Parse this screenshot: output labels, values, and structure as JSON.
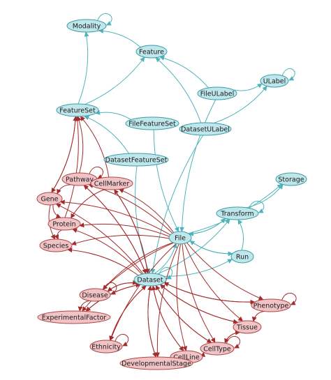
{
  "colors": {
    "teal_fill": "#bfe6ea",
    "teal_stroke": "#3a9ea8",
    "teal_edge": "#4fb3bb",
    "red_fill": "#f0c4c6",
    "red_stroke": "#b24545",
    "red_edge": "#a52a2a"
  },
  "nodes": [
    {
      "id": "Modality",
      "label": "Modality",
      "group": "teal"
    },
    {
      "id": "Feature",
      "label": "Feature",
      "group": "teal"
    },
    {
      "id": "ULabel",
      "label": "ULabel",
      "group": "teal"
    },
    {
      "id": "FileULabel",
      "label": "FileULabel",
      "group": "teal"
    },
    {
      "id": "FeatureSet",
      "label": "FeatureSet",
      "group": "teal"
    },
    {
      "id": "FileFeatureSet",
      "label": "FileFeatureSet",
      "group": "teal"
    },
    {
      "id": "DatasetULabel",
      "label": "DatasetULabel",
      "group": "teal"
    },
    {
      "id": "DatasetFeatureSet",
      "label": "DatasetFeatureSet",
      "group": "teal"
    },
    {
      "id": "Storage",
      "label": "Storage",
      "group": "teal"
    },
    {
      "id": "Transform",
      "label": "Transform",
      "group": "teal"
    },
    {
      "id": "File",
      "label": "File",
      "group": "teal"
    },
    {
      "id": "Run",
      "label": "Run",
      "group": "teal"
    },
    {
      "id": "Dataset",
      "label": "Dataset",
      "group": "teal"
    },
    {
      "id": "Pathway",
      "label": "Pathway",
      "group": "red"
    },
    {
      "id": "CellMarker",
      "label": "CellMarker",
      "group": "red"
    },
    {
      "id": "Gene",
      "label": "Gene",
      "group": "red"
    },
    {
      "id": "Protein",
      "label": "Protein",
      "group": "red"
    },
    {
      "id": "Species",
      "label": "Species",
      "group": "red"
    },
    {
      "id": "Disease",
      "label": "Disease",
      "group": "red"
    },
    {
      "id": "ExperimentalFactor",
      "label": "ExperimentalFactor",
      "group": "red"
    },
    {
      "id": "Phenotype",
      "label": "Phenotype",
      "group": "red"
    },
    {
      "id": "Tissue",
      "label": "Tissue",
      "group": "red"
    },
    {
      "id": "Ethnicity",
      "label": "Ethnicity",
      "group": "red"
    },
    {
      "id": "CellLine",
      "label": "CellLine",
      "group": "red"
    },
    {
      "id": "CellType",
      "label": "CellType",
      "group": "red"
    },
    {
      "id": "DevelopmentalStage",
      "label": "DevelopmentalStage",
      "group": "red"
    }
  ],
  "edges": [
    {
      "from": "Modality",
      "to": "Modality",
      "group": "teal",
      "self": true
    },
    {
      "from": "ULabel",
      "to": "ULabel",
      "group": "teal",
      "self": true
    },
    {
      "from": "Transform",
      "to": "Transform",
      "group": "teal",
      "self": true
    },
    {
      "from": "Feature",
      "to": "Modality",
      "group": "teal"
    },
    {
      "from": "FeatureSet",
      "to": "Modality",
      "group": "teal"
    },
    {
      "from": "FeatureSet",
      "to": "Feature",
      "group": "teal"
    },
    {
      "from": "FileULabel",
      "to": "Feature",
      "group": "teal"
    },
    {
      "from": "FileULabel",
      "to": "ULabel",
      "group": "teal"
    },
    {
      "from": "DatasetULabel",
      "to": "Feature",
      "group": "teal"
    },
    {
      "from": "DatasetULabel",
      "to": "ULabel",
      "group": "teal"
    },
    {
      "from": "FileFeatureSet",
      "to": "FeatureSet",
      "group": "teal"
    },
    {
      "from": "DatasetFeatureSet",
      "to": "FeatureSet",
      "group": "teal"
    },
    {
      "from": "FileULabel",
      "to": "File",
      "group": "teal"
    },
    {
      "from": "FileFeatureSet",
      "to": "File",
      "group": "teal"
    },
    {
      "from": "DatasetULabel",
      "to": "Dataset",
      "group": "teal"
    },
    {
      "from": "DatasetFeatureSet",
      "to": "Dataset",
      "group": "teal"
    },
    {
      "from": "Transform",
      "to": "Storage",
      "group": "teal"
    },
    {
      "from": "File",
      "to": "Transform",
      "group": "teal"
    },
    {
      "from": "File",
      "to": "Run",
      "group": "teal"
    },
    {
      "from": "File",
      "to": "Storage",
      "group": "teal"
    },
    {
      "from": "Run",
      "to": "Transform",
      "group": "teal"
    },
    {
      "from": "Transform",
      "to": "File",
      "group": "teal"
    },
    {
      "from": "Run",
      "to": "File",
      "group": "teal"
    },
    {
      "from": "Dataset",
      "to": "File",
      "group": "teal"
    },
    {
      "from": "Dataset",
      "to": "Transform",
      "group": "teal"
    },
    {
      "from": "Dataset",
      "to": "Run",
      "group": "teal"
    },
    {
      "from": "Dataset",
      "to": "Dataset",
      "group": "teal",
      "self": true
    },
    {
      "from": "Pathway",
      "to": "FeatureSet",
      "group": "red"
    },
    {
      "from": "Gene",
      "to": "FeatureSet",
      "group": "red"
    },
    {
      "from": "Protein",
      "to": "FeatureSet",
      "group": "red"
    },
    {
      "from": "CellMarker",
      "to": "FeatureSet",
      "group": "red"
    },
    {
      "from": "FeatureSet",
      "to": "Gene",
      "group": "red"
    },
    {
      "from": "Pathway",
      "to": "Gene",
      "group": "red"
    },
    {
      "from": "Gene",
      "to": "Species",
      "group": "red"
    },
    {
      "from": "Protein",
      "to": "Species",
      "group": "red"
    },
    {
      "from": "CellMarker",
      "to": "Protein",
      "group": "red"
    },
    {
      "from": "Gene",
      "to": "Protein",
      "group": "red"
    },
    {
      "from": "Pathway",
      "to": "Pathway",
      "group": "red",
      "self": true
    },
    {
      "from": "File",
      "to": "Pathway",
      "group": "red"
    },
    {
      "from": "File",
      "to": "CellMarker",
      "group": "red"
    },
    {
      "from": "File",
      "to": "Gene",
      "group": "red"
    },
    {
      "from": "File",
      "to": "Protein",
      "group": "red"
    },
    {
      "from": "File",
      "to": "Species",
      "group": "red"
    },
    {
      "from": "File",
      "to": "Disease",
      "group": "red"
    },
    {
      "from": "File",
      "to": "ExperimentalFactor",
      "group": "red"
    },
    {
      "from": "File",
      "to": "Phenotype",
      "group": "red"
    },
    {
      "from": "File",
      "to": "Tissue",
      "group": "red"
    },
    {
      "from": "File",
      "to": "CellType",
      "group": "red"
    },
    {
      "from": "File",
      "to": "CellLine",
      "group": "red"
    },
    {
      "from": "File",
      "to": "DevelopmentalStage",
      "group": "red"
    },
    {
      "from": "File",
      "to": "Ethnicity",
      "group": "red"
    },
    {
      "from": "Dataset",
      "to": "Pathway",
      "group": "red"
    },
    {
      "from": "Dataset",
      "to": "CellMarker",
      "group": "red"
    },
    {
      "from": "Dataset",
      "to": "Gene",
      "group": "red"
    },
    {
      "from": "Dataset",
      "to": "Protein",
      "group": "red"
    },
    {
      "from": "Dataset",
      "to": "Species",
      "group": "red"
    },
    {
      "from": "Dataset",
      "to": "Disease",
      "group": "red"
    },
    {
      "from": "Dataset",
      "to": "ExperimentalFactor",
      "group": "red"
    },
    {
      "from": "Dataset",
      "to": "Phenotype",
      "group": "red"
    },
    {
      "from": "Dataset",
      "to": "Tissue",
      "group": "red"
    },
    {
      "from": "Dataset",
      "to": "CellType",
      "group": "red"
    },
    {
      "from": "Dataset",
      "to": "CellLine",
      "group": "red"
    },
    {
      "from": "Dataset",
      "to": "DevelopmentalStage",
      "group": "red"
    },
    {
      "from": "Dataset",
      "to": "Ethnicity",
      "group": "red"
    },
    {
      "from": "Pathway",
      "to": "Dataset",
      "group": "red"
    },
    {
      "from": "CellMarker",
      "to": "Dataset",
      "group": "red"
    },
    {
      "from": "Disease",
      "to": "Dataset",
      "group": "red"
    },
    {
      "from": "Phenotype",
      "to": "Dataset",
      "group": "red"
    },
    {
      "from": "Tissue",
      "to": "Dataset",
      "group": "red"
    },
    {
      "from": "CellType",
      "to": "Dataset",
      "group": "red"
    },
    {
      "from": "CellLine",
      "to": "Dataset",
      "group": "red"
    },
    {
      "from": "DevelopmentalStage",
      "to": "Dataset",
      "group": "red"
    },
    {
      "from": "Ethnicity",
      "to": "Dataset",
      "group": "red"
    },
    {
      "from": "ExperimentalFactor",
      "to": "Dataset",
      "group": "red"
    },
    {
      "from": "Phenotype",
      "to": "Phenotype",
      "group": "red",
      "self": true
    },
    {
      "from": "Disease",
      "to": "Disease",
      "group": "red",
      "self": true
    },
    {
      "from": "Ethnicity",
      "to": "Ethnicity",
      "group": "red",
      "self": true
    },
    {
      "from": "CellType",
      "to": "CellType",
      "group": "red",
      "self": true
    },
    {
      "from": "CellLine",
      "to": "CellType",
      "group": "red"
    },
    {
      "from": "Tissue",
      "to": "CellType",
      "group": "red"
    },
    {
      "from": "Phenotype",
      "to": "Tissue",
      "group": "red"
    },
    {
      "from": "Disease",
      "to": "ExperimentalFactor",
      "group": "red"
    },
    {
      "from": "CellType",
      "to": "Tissue",
      "group": "red"
    },
    {
      "from": "DevelopmentalStage",
      "to": "CellLine",
      "group": "red"
    }
  ]
}
